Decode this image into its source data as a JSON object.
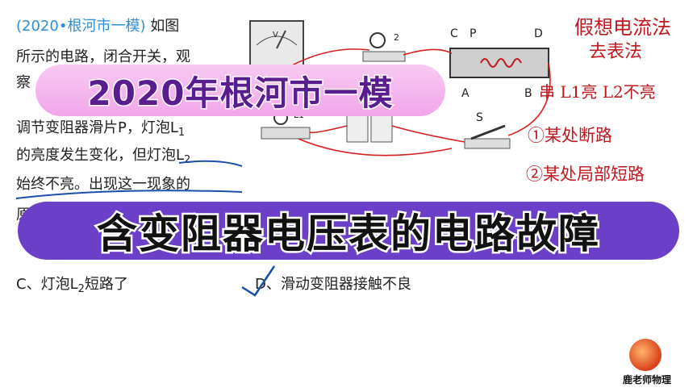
{
  "question": {
    "source": "(2020•根河市一模)",
    "line1_rest": "如图",
    "line2": "所示的电路，闭合开关，观",
    "line3": "察",
    "line4": "调节变阻器滑片P，灯泡L",
    "line4_sub": "1",
    "line5": "的亮度发生变化，但灯泡L",
    "line5_sub": "2",
    "line6": "始终不亮。出现这一现象的",
    "line7": "原",
    "option_c": "C、灯泡L",
    "option_c_sub": "2",
    "option_c_rest": "短路了",
    "option_d": "D、滑动变阻器接触不良"
  },
  "diagram": {
    "label_c": "C",
    "label_p": "P",
    "label_d": "D",
    "label_a": "A",
    "label_b": "B",
    "label_s": "S",
    "label_v": "V",
    "label_l1": "L1",
    "label_l2": "2"
  },
  "banners": {
    "top": "2020年根河市一模",
    "main": "含变阻器电压表的电路故障"
  },
  "handwriting": {
    "note1": "假想电流法",
    "note2": "去表法",
    "note3": "串  L1亮  L2不亮",
    "note4": "①某处断路",
    "note5": "②某处局部短路"
  },
  "watermark": {
    "text": "鹿老师物理"
  },
  "colors": {
    "source_blue": "#2b8fd6",
    "ink_red": "#c0181c",
    "banner_purple": "#6b3fc8",
    "banner_pink": "#f2a6ea",
    "pen_blue": "#1a4fa8"
  }
}
